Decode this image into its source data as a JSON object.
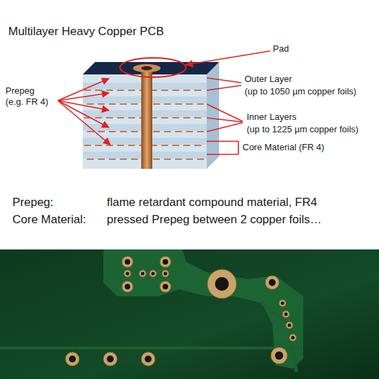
{
  "diagram": {
    "title": "Multilayer Heavy Copper PCB",
    "labels": [
      "Pad",
      "Prepeg",
      "(e.g. FR 4)",
      "Outer Layer",
      "(up to 1050 µm copper foils)",
      "Inner Layers",
      "(up to 1225 µm copper foils)",
      "Core Material (FR 4)",
      "Prepeg:",
      "flame retardant compound material, FR4",
      "Core Material:",
      "pressed Prepeg between 2 copper foils…"
    ]
  }
}
